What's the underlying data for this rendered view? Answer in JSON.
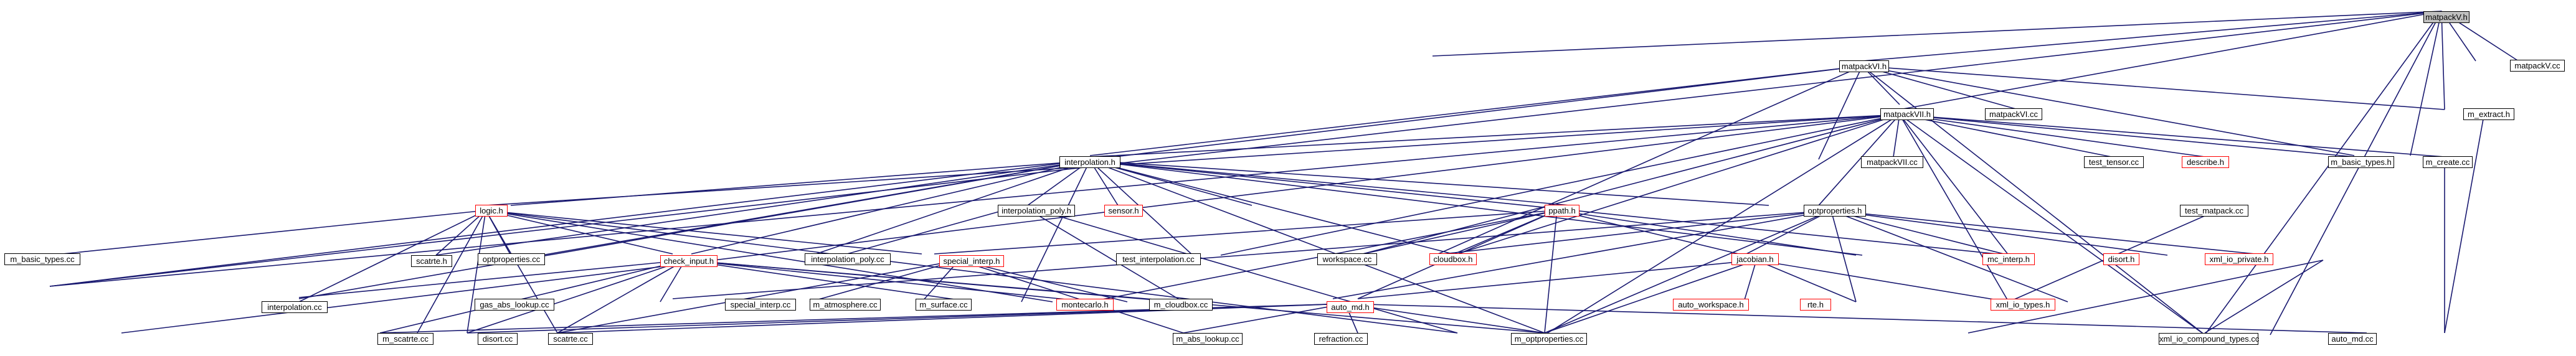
{
  "graph": {
    "edge_color": "#191970",
    "root_fill": "#bfbfbf",
    "plain_border": "#000000",
    "link_border": "#ff0000",
    "nodes": {
      "matpackV_h": "matpackV.h",
      "matpackV_cc": "matpackV.cc",
      "matpackVI_h": "matpackVI.h",
      "matpackVII_h": "matpackVII.h",
      "matpackVI_cc": "matpackVI.cc",
      "m_extract_h": "m_extract.h",
      "interpolation_h": "interpolation.h",
      "matpackVII_cc": "matpackVII.cc",
      "test_tensor_cc": "test_tensor.cc",
      "describe_h": "describe.h",
      "m_basic_types_h": "m_basic_types.h",
      "m_create_cc": "m_create.cc",
      "logic_h": "logic.h",
      "interpolation_poly_h": "interpolation_poly.h",
      "sensor_h": "sensor.h",
      "ppath_h": "ppath.h",
      "optproperties_h": "optproperties.h",
      "test_matpack_cc": "test_matpack.cc",
      "m_basic_types_cc": "m_basic_types.cc",
      "optproperties_cc": "optproperties.cc",
      "interpolation_poly_cc": "interpolation_poly.cc",
      "test_interpolation_cc": "test_interpolation.cc",
      "workspace_cc": "workspace.cc",
      "cloudbox_h": "cloudbox.h",
      "jacobian_h": "jacobian.h",
      "mc_interp_h": "mc_interp.h",
      "disort_h": "disort.h",
      "xml_io_private_h": "xml_io_private.h",
      "scatrte_h": "scatrte.h",
      "check_input_h": "check_input.h",
      "special_interp_h": "special_interp.h",
      "interpolation_cc": "interpolation.cc",
      "gas_abs_lookup_cc": "gas_abs_lookup.cc",
      "special_interp_cc": "special_interp.cc",
      "m_atmosphere_cc": "m_atmosphere.cc",
      "m_surface_cc": "m_surface.cc",
      "montecarlo_h": "montecarlo.h",
      "m_cloudbox_cc": "m_cloudbox.cc",
      "auto_workspace_h": "auto_workspace.h",
      "rte_h": "rte.h",
      "xml_io_types_h": "xml_io_types.h",
      "auto_md_h": "auto_md.h",
      "m_scatrte_cc": "m_scatrte.cc",
      "disort_cc": "disort.cc",
      "scatrte_cc": "scatrte.cc",
      "m_abs_lookup_cc": "m_abs_lookup.cc",
      "refraction_cc": "refraction.cc",
      "m_optproperties_cc": "m_optproperties.cc",
      "xml_io_compound_types_cc": "xml_io_compound_types.cc",
      "auto_md_cc": "auto_md.cc"
    }
  }
}
